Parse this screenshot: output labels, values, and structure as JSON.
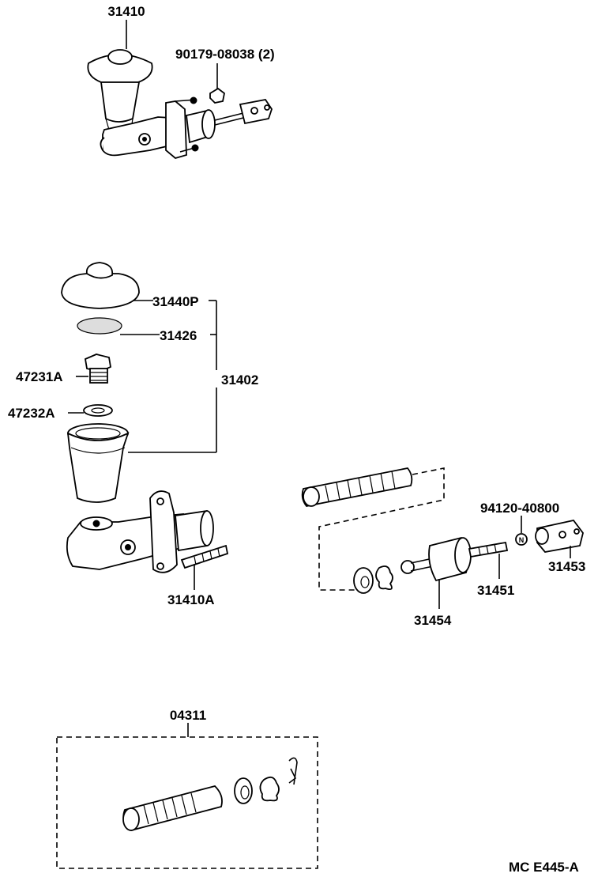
{
  "labels": {
    "assembly": "31410",
    "nut": "90179-08038 (2)",
    "cap": "31440P",
    "cap_gasket": "31426",
    "union": "47231A",
    "union_gasket": "47232A",
    "reservoir_set": "31402",
    "stud": "31410A",
    "push_rod_clevis": "31453",
    "clevis_nut": "94120-40800",
    "push_rod": "31451",
    "boot": "31454",
    "kit": "04311",
    "figure_code": "MC E445-A"
  },
  "icons": [
    "master-cylinder-assembly",
    "reservoir-cap",
    "reservoir-gasket",
    "union-bolt",
    "union-gasket",
    "reservoir",
    "cylinder-body",
    "stud-bolt",
    "piston-boot",
    "push-rod",
    "clevis",
    "nut",
    "repair-kit"
  ]
}
